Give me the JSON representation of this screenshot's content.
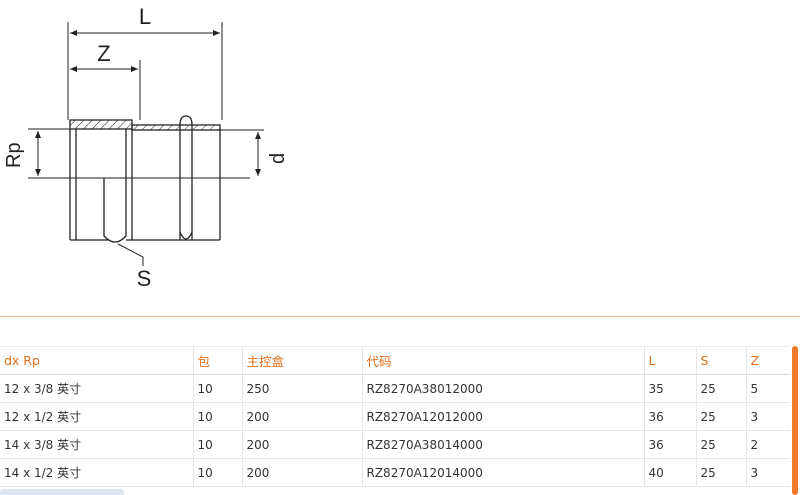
{
  "drawing": {
    "labels": {
      "L": "L",
      "Z": "Z",
      "Rp": "Rp",
      "d": "d",
      "S": "S"
    }
  },
  "table": {
    "headers": [
      "dx Rp",
      "包",
      "主控盒",
      "代码",
      "L",
      "S",
      "Z"
    ],
    "rows": [
      [
        "12 x 3/8 英寸",
        "10",
        "250",
        "RZ8270A38012000",
        "35",
        "25",
        "5"
      ],
      [
        "12 x 1/2 英寸",
        "10",
        "200",
        "RZ8270A12012000",
        "36",
        "25",
        "3"
      ],
      [
        "14 x 3/8 英寸",
        "10",
        "200",
        "RZ8270A38014000",
        "36",
        "25",
        "2"
      ],
      [
        "14 x 1/2 英寸",
        "10",
        "200",
        "RZ8270A12014000",
        "40",
        "25",
        "3"
      ]
    ]
  },
  "colors": {
    "accent": "#e0701e",
    "divider": "#e8b48a",
    "scroll_accent": "#f07a2a"
  }
}
